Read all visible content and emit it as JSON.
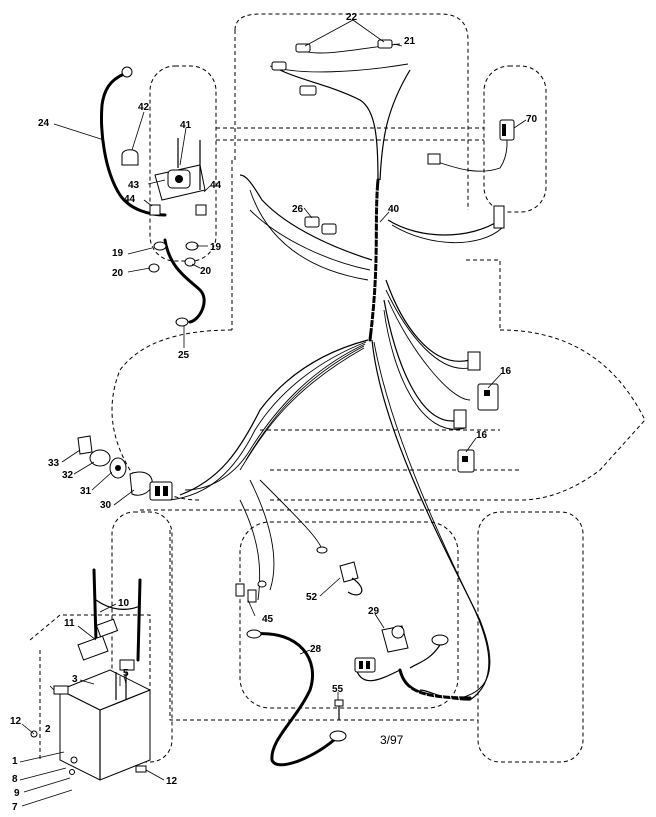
{
  "labels": {
    "p1": "1",
    "p2": "2",
    "p3": "3",
    "p5": "5",
    "p7": "7",
    "p8": "8",
    "p9": "9",
    "p10": "10",
    "p11": "11",
    "p12a": "12",
    "p12b": "12",
    "p16a": "16",
    "p16b": "16",
    "p19a": "19",
    "p19b": "19",
    "p20a": "20",
    "p20b": "20",
    "p21": "21",
    "p22": "22",
    "p24": "24",
    "p25": "25",
    "p26": "26",
    "p28": "28",
    "p29": "29",
    "p30": "30",
    "p31": "31",
    "p32": "32",
    "p33": "33",
    "p40": "40",
    "p41": "41",
    "p42": "42",
    "p43": "43",
    "p44a": "44",
    "p44b": "44",
    "p45": "45",
    "p52": "52",
    "p55": "55",
    "p70": "70"
  },
  "date_code": "3/97"
}
